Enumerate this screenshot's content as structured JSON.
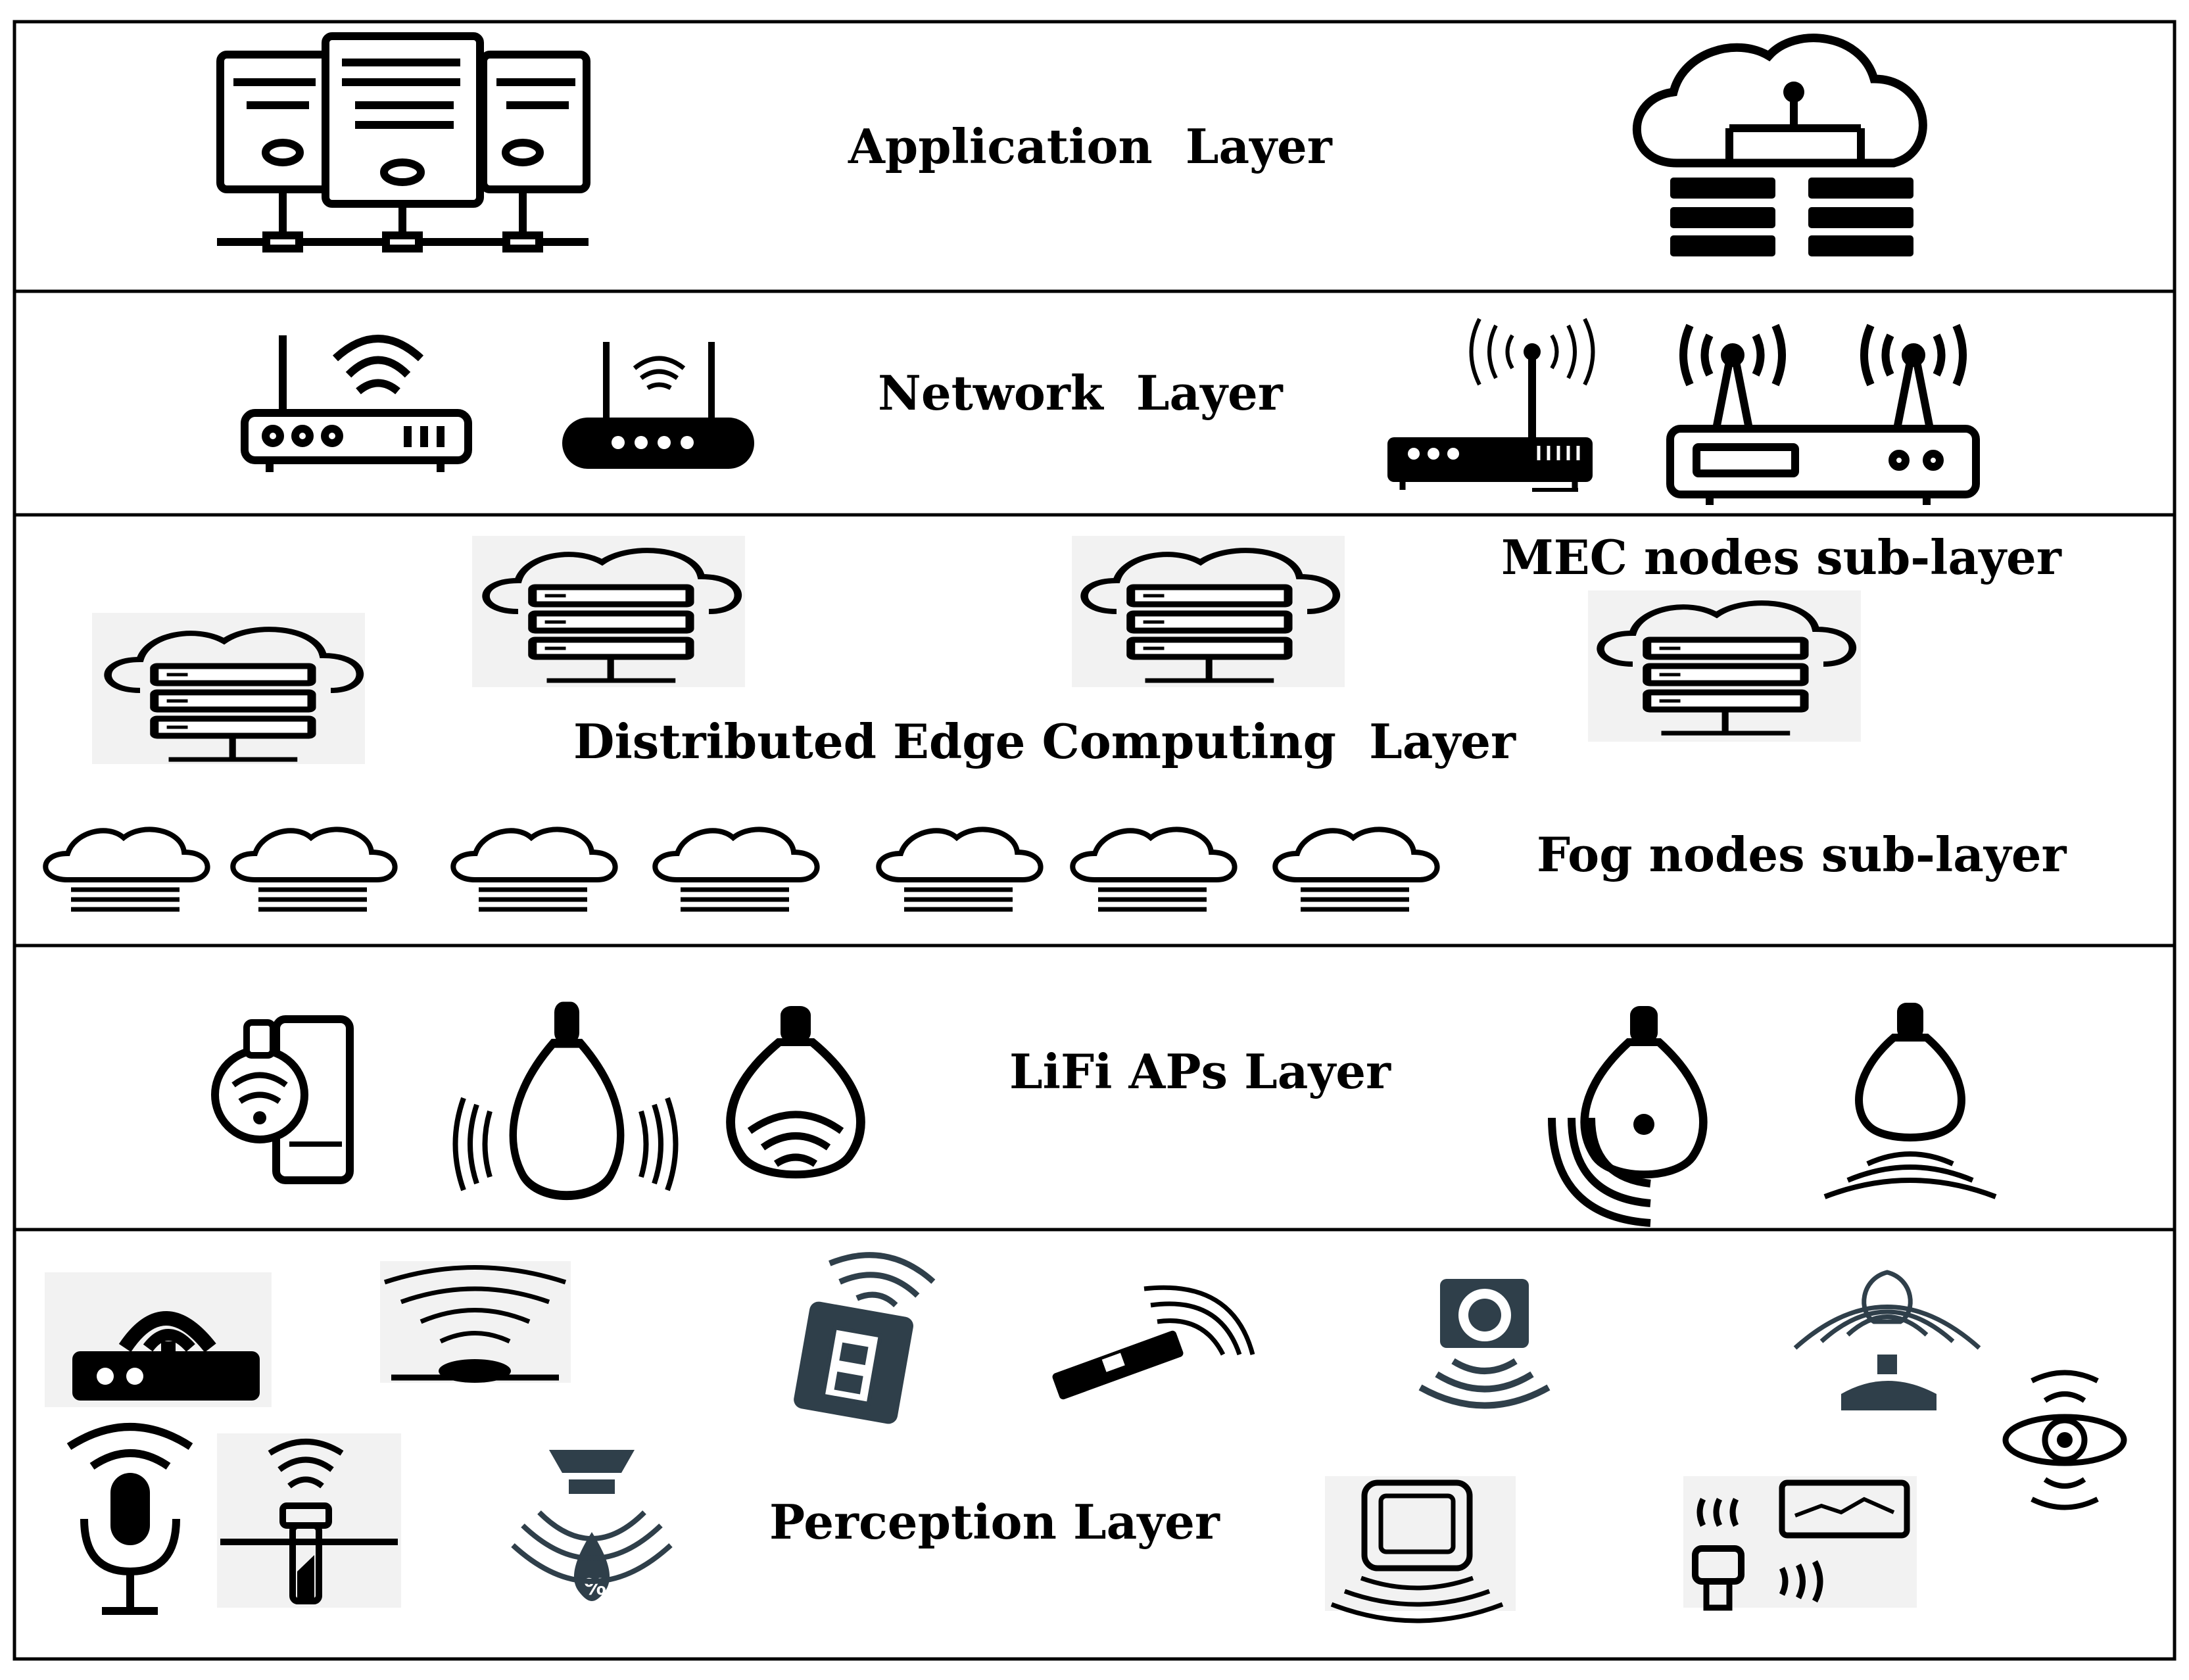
{
  "layers": {
    "application": {
      "label": "Application  Layer",
      "icons": [
        "server-rack-icon",
        "cloud-server-icon"
      ]
    },
    "network": {
      "label": "Network  Layer",
      "icons": [
        "wifi-router-icon",
        "router-icon",
        "broadcast-router-icon",
        "dual-antenna-router-icon"
      ]
    },
    "edge": {
      "label": "Distributed Edge Computing  Layer",
      "mec_sublabel": "MEC nodes sub-layer",
      "fog_sublabel": "Fog nodes sub-layer",
      "icons": [
        "mec-cloud-server-icon",
        "fog-cloud-icon"
      ]
    },
    "lifi": {
      "label": "LiFi APs Layer",
      "icons": [
        "phone-bulb-icon",
        "bulb-vibrate-icon",
        "bulb-signal-icon",
        "bulb-corner-signal-icon",
        "bulb-ground-signal-icon"
      ]
    },
    "perception": {
      "label": "Perception Layer",
      "icons": [
        "sensor-icon"
      ]
    }
  },
  "colors": {
    "stroke": "#000000",
    "background": "#ffffff",
    "icon_fill": "#1c1c1c",
    "icon_tint": "#2f3f4a"
  }
}
